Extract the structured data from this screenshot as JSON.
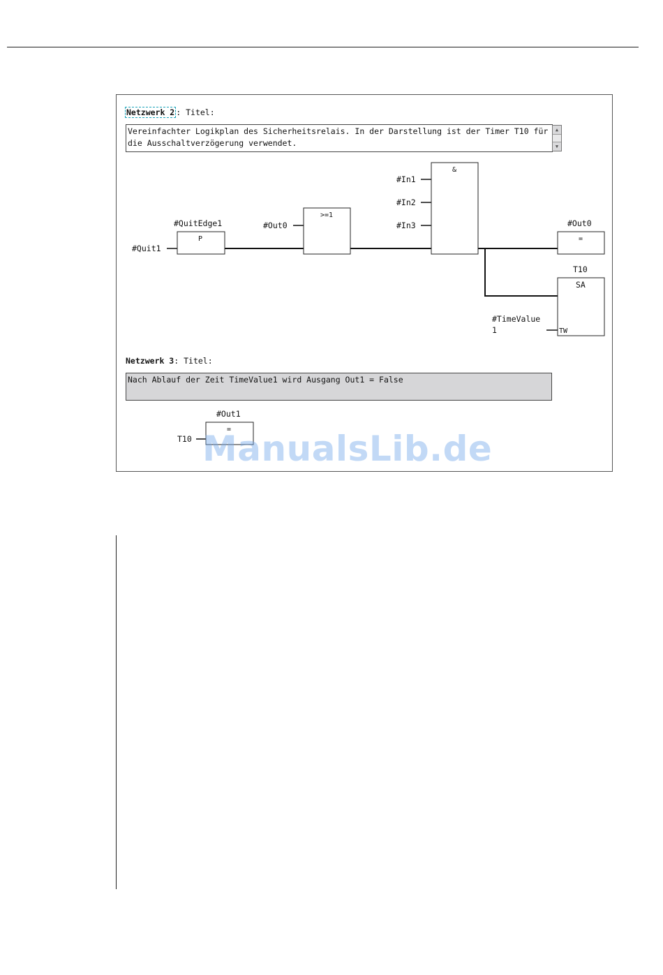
{
  "network2": {
    "label": "Netzwerk 2",
    "title_sep": ": Titel:",
    "comment": "Vereinfachter Logikplan des Sicherheitsrelais. In der Darstellung ist der Timer T10 für die Ausschaltverzögerung verwendet.",
    "scroll_up": "▲",
    "scroll_down": "▼",
    "edge_block": {
      "name": "#QuitEdge1",
      "type": "P",
      "input": "#Quit1"
    },
    "or_block": {
      "type": ">=1",
      "input": "#Out0"
    },
    "and_block": {
      "type": "&",
      "inputs": [
        "#In1",
        "#In2",
        "#In3"
      ]
    },
    "assign_block": {
      "name": "#Out0",
      "type": "="
    },
    "timer_block": {
      "name": "T10",
      "type": "SA",
      "pin": "TW",
      "input_line1": "#TimeValue",
      "input_line2": "1"
    }
  },
  "network3": {
    "label": "Netzwerk 3",
    "title_sep": ": Titel:",
    "comment": "Nach Ablauf der Zeit TimeValue1 wird Ausgang Out1 = False",
    "assign_block": {
      "name": "#Out1",
      "type": "=",
      "input": "T10"
    }
  },
  "watermark": "ManualsLib.de"
}
